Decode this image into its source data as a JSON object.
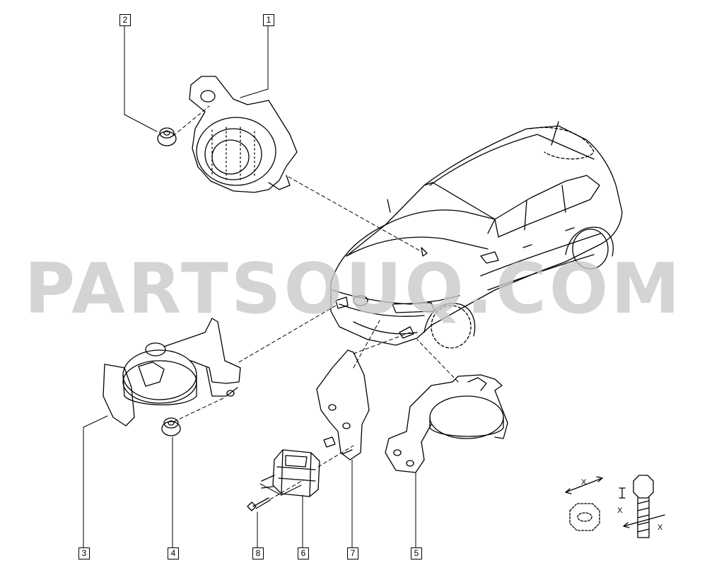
{
  "watermark": "PARTSOUQ.COM",
  "callouts": [
    "1",
    "2",
    "3",
    "4",
    "5",
    "6",
    "7",
    "8"
  ],
  "dimension_labels": {
    "nut": "X",
    "bolt_head": "X",
    "bolt_length": "X"
  },
  "parts": [
    {
      "ref": "1",
      "icon": "siren-icon"
    },
    {
      "ref": "2",
      "icon": "flange-nut-icon"
    },
    {
      "ref": "3",
      "icon": "horn-icon"
    },
    {
      "ref": "4",
      "icon": "flange-nut-icon"
    },
    {
      "ref": "5",
      "icon": "horn-icon"
    },
    {
      "ref": "6",
      "icon": "connector-module-icon"
    },
    {
      "ref": "7",
      "icon": "bracket-icon"
    },
    {
      "ref": "8",
      "icon": "screw-icon"
    }
  ]
}
